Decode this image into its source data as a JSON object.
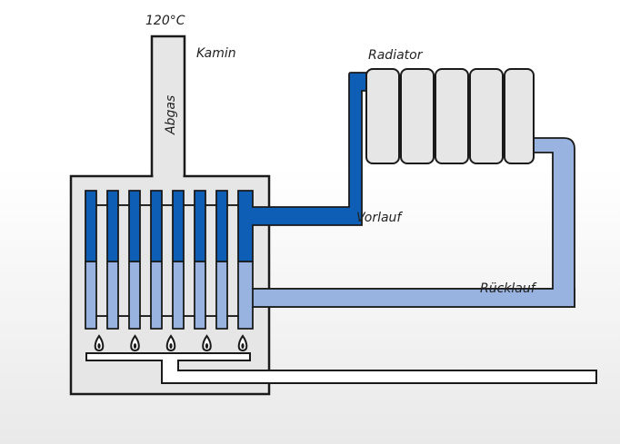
{
  "labels": {
    "temperature": "120°C",
    "chimney": "Kamin",
    "exhaust": "Abgas",
    "radiator": "Radiator",
    "flow": "Vorlauf",
    "return": "Rücklauf"
  },
  "burner_count": 5,
  "colors": {
    "flow_water": "#0e5eb5",
    "return_water": "#98b3e0",
    "chamber": "#e6e6e6",
    "radiator_fill": "#e6e6e6",
    "outline": "#1a1a1a",
    "background_gradient": "#ececec"
  }
}
